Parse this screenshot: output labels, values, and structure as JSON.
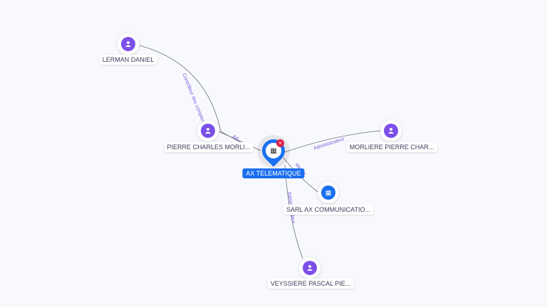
{
  "center": {
    "name": "AX TELEMATIQUE",
    "icon": "building-icon",
    "badge_icon": "close-icon"
  },
  "nodes": [
    {
      "name": "LERMAN DANIEL",
      "type": "person"
    },
    {
      "name": "PIERRE CHARLES MORLI...",
      "type": "person"
    },
    {
      "name": "MORLIERE PIERRE CHAR...",
      "type": "person"
    },
    {
      "name": "SARL AX COMMUNICATIO...",
      "type": "company"
    },
    {
      "name": "VEYSSIERE PASCAL PIE...",
      "type": "person"
    }
  ],
  "edges": [
    {
      "from": "LERMAN DANIEL",
      "label": "Contrôleur des comptes"
    },
    {
      "from": "PIERRE CHARLES MORLI...",
      "label": "Ad..."
    },
    {
      "from": "MORLIERE PIERRE CHAR...",
      "label": "Administrateur"
    },
    {
      "from": "SARL AX COMMUNICATIO...",
      "label": "Me...e"
    },
    {
      "from": "VEYSSIERE PASCAL PIE...",
      "label": "Administrateur"
    }
  ],
  "colors": {
    "person": "#7b4fe8",
    "company": "#1a6ff0",
    "edge_label": "#7b5ce0",
    "badge": "#e0224a"
  }
}
